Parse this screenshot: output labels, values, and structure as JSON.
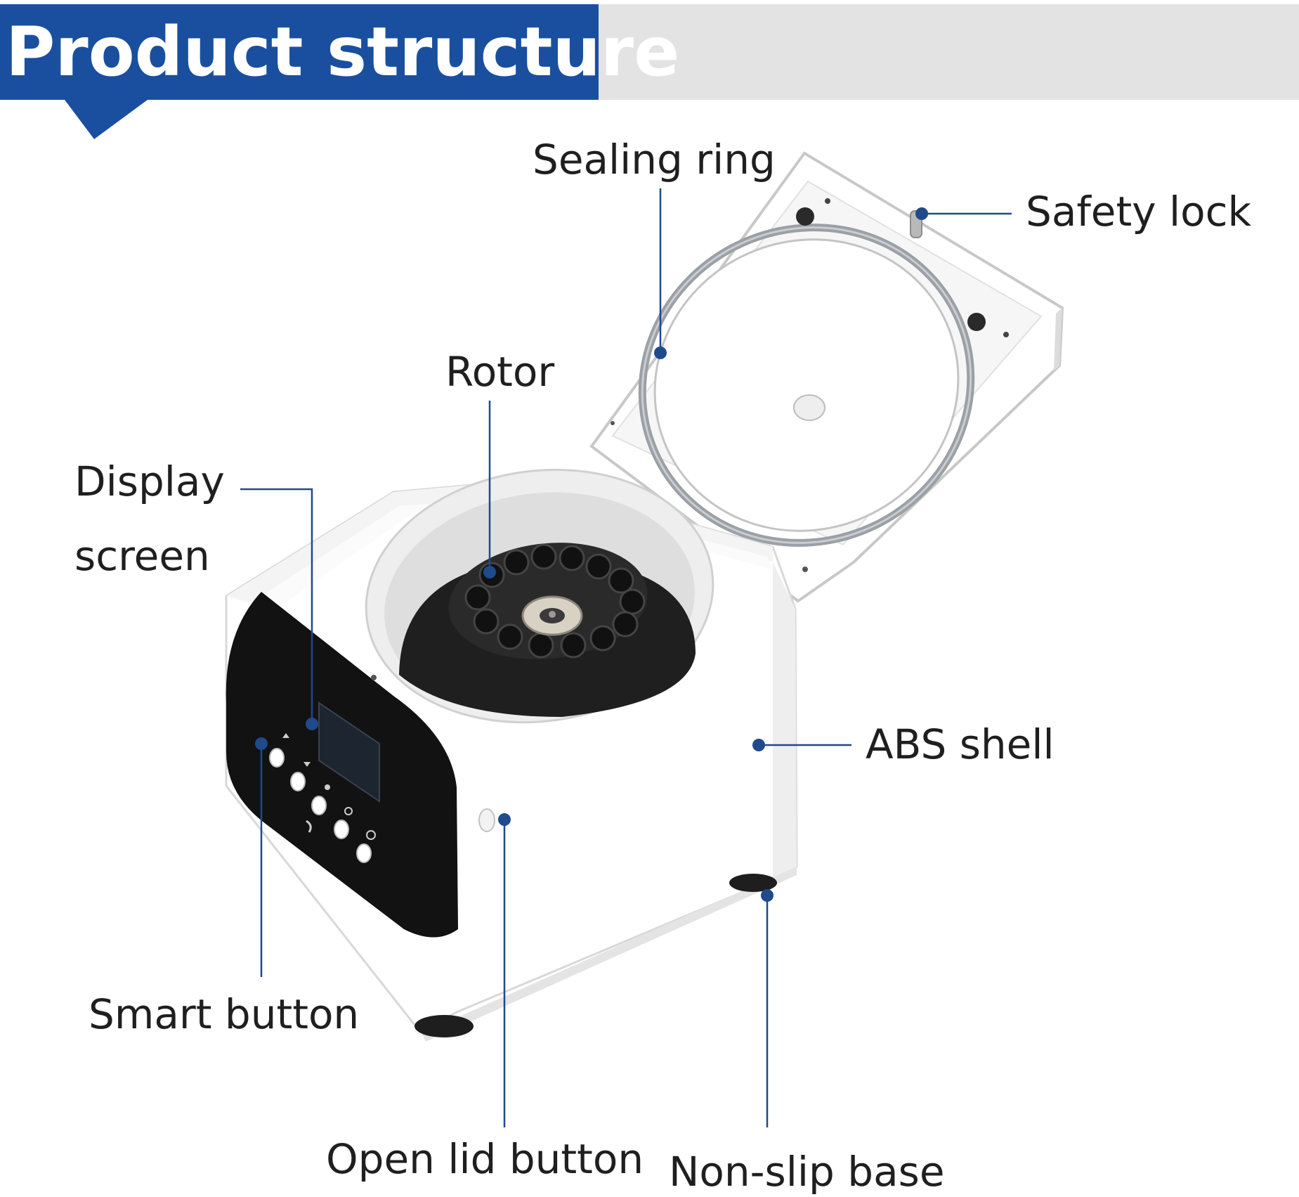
{
  "header": {
    "title": "Product structure"
  },
  "labels": {
    "sealing_ring": "Sealing ring",
    "safety_lock": "Safety lock",
    "rotor": "Rotor",
    "display_screen_line1": "Display",
    "display_screen_line2": "screen",
    "abs_shell": "ABS shell",
    "smart_button": "Smart button",
    "open_lid_button": "Open lid button",
    "non_slip_base": "Non-slip base"
  },
  "colors": {
    "accent": "#1a4f9f",
    "header_grey": "#e3e3e3",
    "leader_line": "#1f4a8c",
    "text": "#1f1f1f"
  }
}
